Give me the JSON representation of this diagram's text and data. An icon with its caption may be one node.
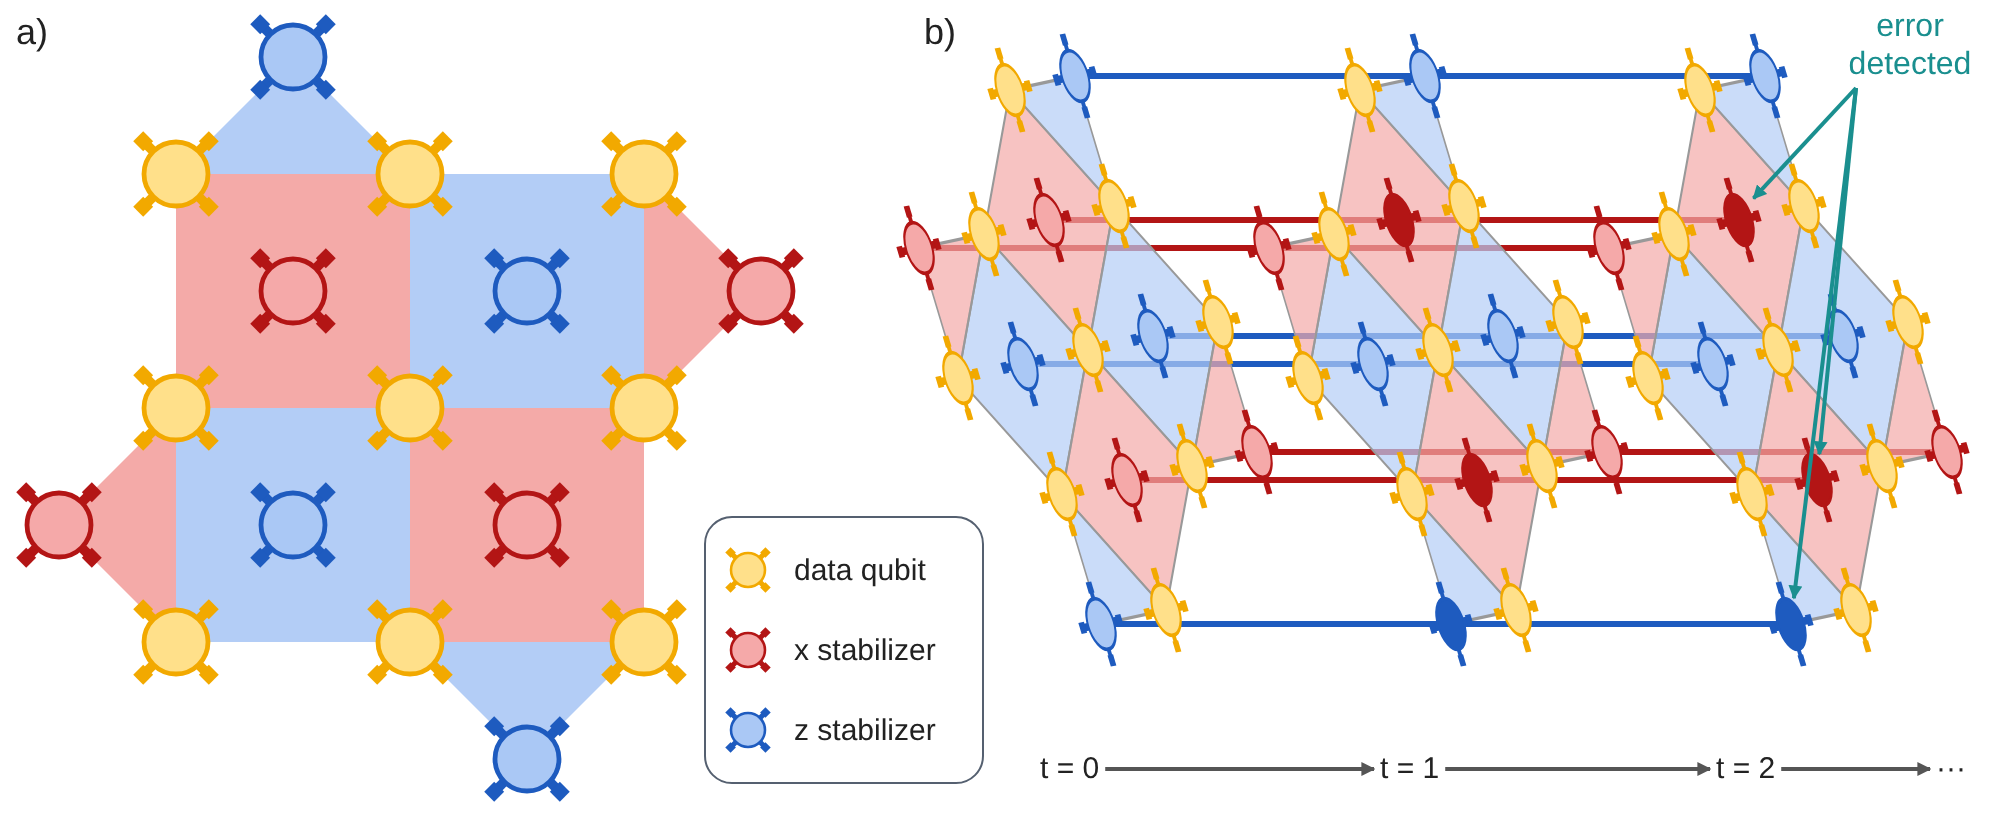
{
  "diagram": {
    "nodes": [
      {
        "text": [
          "error detected"
        ]
      },
      {
        "text": [],
        "shape": "circle"
      },
      {
        "text": [],
        "shape": "circle"
      },
      {
        "text": [],
        "shape": "circle"
      },
      {
        "text": [
          "t = 0"
        ]
      },
      {
        "text": [
          "t = 1"
        ]
      },
      {
        "text": [
          "t = 2"
        ]
      },
      {
        "text": [
          "···"
        ]
      }
    ],
    "edges": [
      {
        "from": 0,
        "to": 1,
        "arrow": "to",
        "color": "#1a8f8f"
      },
      {
        "from": 0,
        "to": 2,
        "arrow": "to",
        "color": "#1a8f8f"
      },
      {
        "from": 0,
        "to": 3,
        "arrow": "to",
        "color": "#1a8f8f"
      },
      {
        "from": 4,
        "to": 5,
        "arrow": "to"
      },
      {
        "from": 5,
        "to": 6,
        "arrow": "to"
      },
      {
        "from": 6,
        "to": 7,
        "arrow": "to"
      }
    ],
    "labels": [
      "a)",
      "b)"
    ],
    "legend": [
      {
        "text": "data qubit"
      },
      {
        "text": "x stabilizer"
      },
      {
        "text": "z stabilizer"
      }
    ]
  }
}
